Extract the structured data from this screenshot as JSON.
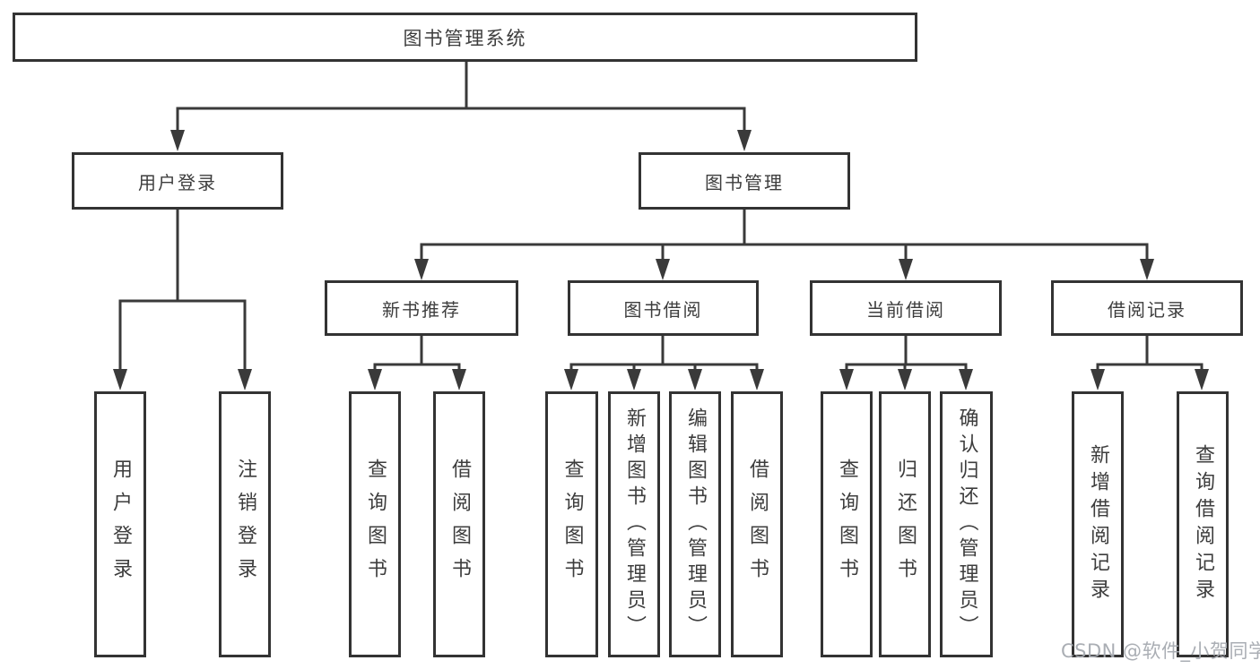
{
  "tree": {
    "root": {
      "label": "图书管理系统"
    },
    "branches": [
      {
        "label": "用户登录",
        "children": [
          {
            "label": "用户登录"
          },
          {
            "label": "注销登录"
          }
        ]
      },
      {
        "label": "图书管理",
        "children": [
          {
            "label": "新书推荐",
            "children": [
              {
                "label": "查询图书"
              },
              {
                "label": "借阅图书"
              }
            ]
          },
          {
            "label": "图书借阅",
            "children": [
              {
                "label": "查询图书"
              },
              {
                "label": "新增图书（管理员）"
              },
              {
                "label": "编辑图书（管理员）"
              },
              {
                "label": "借阅图书"
              }
            ]
          },
          {
            "label": "当前借阅",
            "children": [
              {
                "label": "查询图书"
              },
              {
                "label": "归还图书"
              },
              {
                "label": "确认归还（管理员）"
              }
            ]
          },
          {
            "label": "借阅记录",
            "children": [
              {
                "label": "新增借阅记录"
              },
              {
                "label": "查询借阅记录"
              }
            ]
          }
        ]
      }
    ]
  },
  "watermark": "CSDN @软件_小贺同学",
  "colors": {
    "line": "#3a3a3a",
    "border": "#333333",
    "text": "#3d3d3d",
    "watermark": "#a5aab0"
  }
}
